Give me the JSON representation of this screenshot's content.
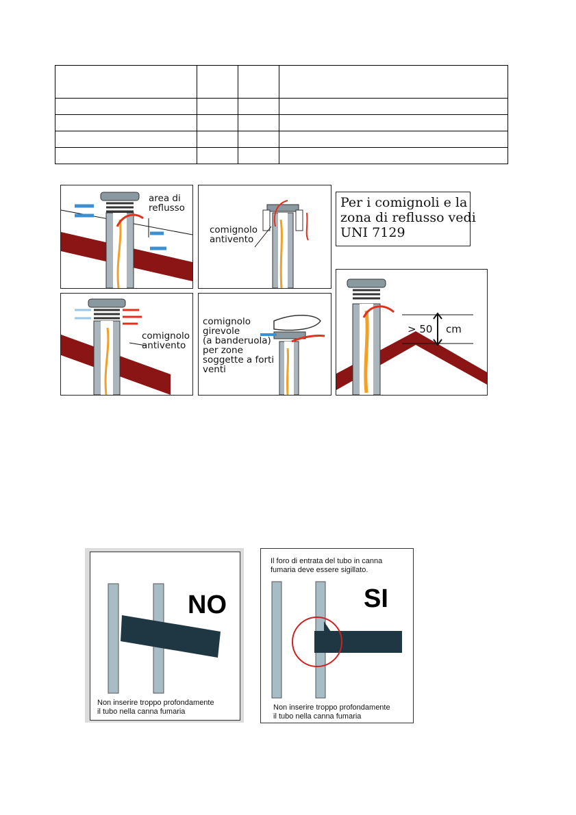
{
  "diagrams": {
    "reflux_area_label": "area di\nreflusso",
    "windproof_chimney_label_1": "comignolo\nantivento",
    "windproof_chimney_label_2": "comignolo\nantivento",
    "rotating_chimney_label": "comignolo\ngirevole\n(a banderuola)\nper zone\nsoggette a forti\nventi",
    "reference_note": "Per i comignoli e la\nzona di reflusso vedi\nUNI 7129",
    "height_label": "> 50",
    "height_unit": "cm"
  },
  "install": {
    "no_heading": "NO",
    "si_heading": "SI",
    "no_caption": "Non inserire troppo profondamente\nil tubo nella canna fumaria",
    "si_top_note": "Il foro di entrata del tubo in canna\nfumaria deve essere sigillato.",
    "si_caption": "Non inserire troppo profondamente\nil tubo nella canna fumaria"
  },
  "colors": {
    "roof": "#8b1414",
    "flue_pipe": "#1f3743",
    "wall": "#a7bcc4",
    "wind_arrow": "#3d8fd0",
    "smoke_arrow": "#e0301e",
    "highlight_circle": "#cc2222"
  }
}
